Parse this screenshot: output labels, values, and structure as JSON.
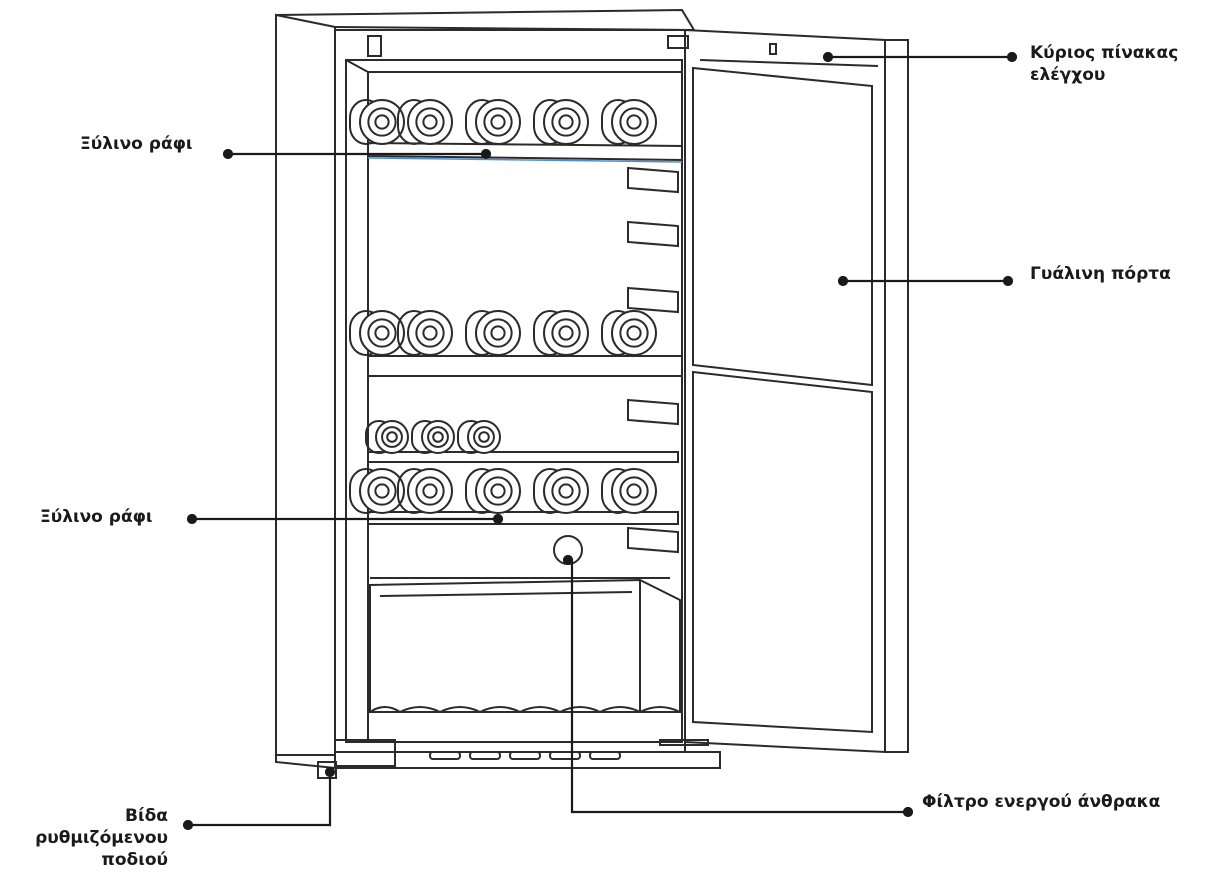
{
  "labels": {
    "control_panel": [
      "Κύριος πίνακας",
      "ελέγχου"
    ],
    "wooden_shelf_top": "Ξύλινο ράφι",
    "glass_door": "Γυάλινη πόρτα",
    "wooden_shelf_bottom": "Ξύλινο ράφι",
    "carbon_filter": "Φίλτρο ενεργού άνθρακα",
    "adjustable_foot": [
      "Βίδα",
      "ρυθμιζόμενου",
      "ποδιού"
    ]
  },
  "colors": {
    "line": "#1a1a1a",
    "outline": "#2b2b2b",
    "accent": "#4a90d9"
  }
}
